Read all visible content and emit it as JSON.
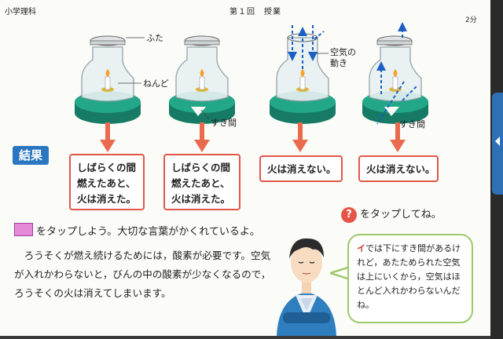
{
  "header": {
    "subject": "小学理科",
    "lesson": "第１回　授業",
    "minutes": "2分"
  },
  "diagram_labels": {
    "lid": "ふた",
    "clay": "ねんど",
    "gap_1": "すき間",
    "air_flow": "空気の\n動き",
    "gap_2": "すき間"
  },
  "results": {
    "heading": "結果",
    "boxes": [
      "しばらくの間\n燃えたあと、\n火は消えた。",
      "しばらくの間\n燃えたあと、\n火は消えた。",
      "火は消えない。",
      "火は消えない。"
    ]
  },
  "instruction": {
    "tap_text": "をタップしよう。大切な言葉がかくれているよ。"
  },
  "explanation": "ろうそくが燃え続けるためには，酸素が必要です。空気が入れかわらないと，びんの中の酸素が少なくなるので，ろうそくの火は消えてしまいます。",
  "hint": {
    "tap_label": "をタップしてね。",
    "qmark": "?",
    "lead": "イ",
    "bubble_text": "では下にすき間があるけれど，あたためられた空気は上にいくから，空気はほとんど入れかわらないんだね。"
  },
  "colors": {
    "accent_blue": "#2a76c0",
    "result_border": "#e2564a",
    "arrow": "#ea6a4f",
    "bubble_border": "#9cc96b",
    "base_green": "#1f9a7f"
  },
  "icons": [
    "candle-jar-icon",
    "down-arrow-icon",
    "airflow-arrow-icon",
    "sticky-note-icon",
    "question-icon",
    "boy-character-icon"
  ]
}
